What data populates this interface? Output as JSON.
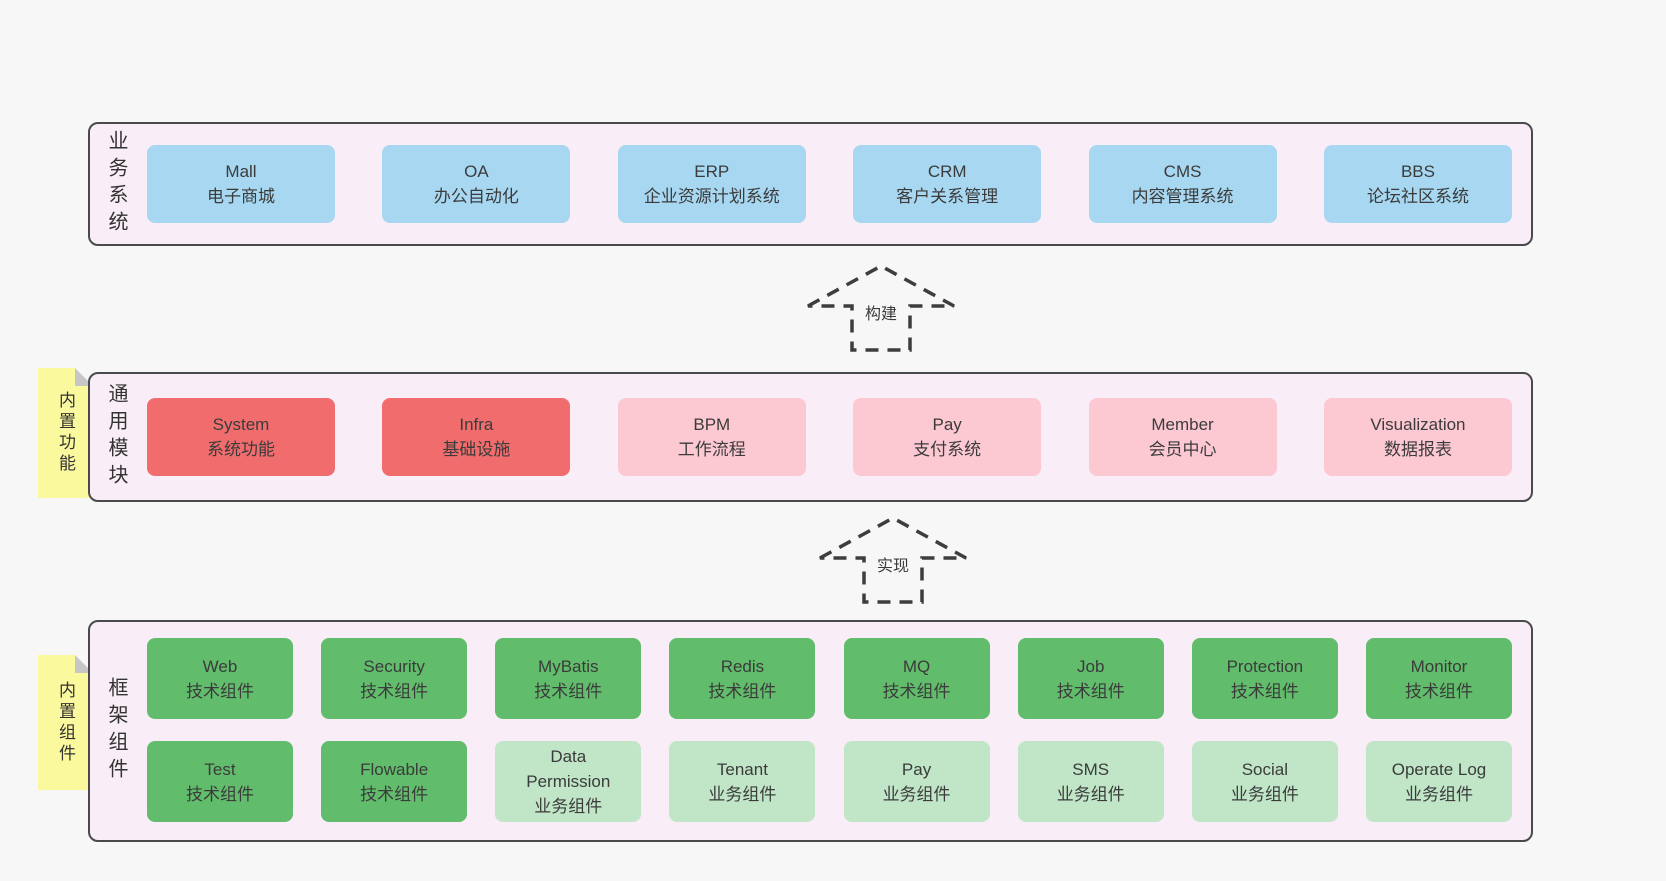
{
  "colors": {
    "page_bg": "#f7f7f7",
    "panel_bg": "#f9edf7",
    "panel_border": "#4a4a4a",
    "blue_box": "#a7d7f1",
    "red_box": "#f16c6c",
    "pink_box": "#fcc8d2",
    "green_dark_box": "#61bd6b",
    "green_light_box": "#c0e6c7",
    "note_yellow": "#fbf99e",
    "note_fold_gray": "#c6c6c6"
  },
  "arrows": {
    "build": "构建",
    "implement": "实现"
  },
  "business": {
    "label": "业务系统",
    "boxes": [
      {
        "title": "Mall",
        "subtitle": "电子商城",
        "variant": "blue"
      },
      {
        "title": "OA",
        "subtitle": "办公自动化",
        "variant": "blue"
      },
      {
        "title": "ERP",
        "subtitle": "企业资源计划系统",
        "variant": "blue"
      },
      {
        "title": "CRM",
        "subtitle": "客户关系管理",
        "variant": "blue"
      },
      {
        "title": "CMS",
        "subtitle": "内容管理系统",
        "variant": "blue"
      },
      {
        "title": "BBS",
        "subtitle": "论坛社区系统",
        "variant": "blue"
      }
    ]
  },
  "modules": {
    "label": "通用模块",
    "note": "内置功能",
    "boxes": [
      {
        "title": "System",
        "subtitle": "系统功能",
        "variant": "red"
      },
      {
        "title": "Infra",
        "subtitle": "基础设施",
        "variant": "red"
      },
      {
        "title": "BPM",
        "subtitle": "工作流程",
        "variant": "pink"
      },
      {
        "title": "Pay",
        "subtitle": "支付系统",
        "variant": "pink"
      },
      {
        "title": "Member",
        "subtitle": "会员中心",
        "variant": "pink"
      },
      {
        "title": "Visualization",
        "subtitle": "数据报表",
        "variant": "pink"
      }
    ]
  },
  "components": {
    "label": "框架组件",
    "note": "内置组件",
    "row1": [
      {
        "title": "Web",
        "subtitle": "技术组件",
        "variant": "green-dark"
      },
      {
        "title": "Security",
        "subtitle": "技术组件",
        "variant": "green-dark"
      },
      {
        "title": "MyBatis",
        "subtitle": "技术组件",
        "variant": "green-dark"
      },
      {
        "title": "Redis",
        "subtitle": "技术组件",
        "variant": "green-dark"
      },
      {
        "title": "MQ",
        "subtitle": "技术组件",
        "variant": "green-dark"
      },
      {
        "title": "Job",
        "subtitle": "技术组件",
        "variant": "green-dark"
      },
      {
        "title": "Protection",
        "subtitle": "技术组件",
        "variant": "green-dark"
      },
      {
        "title": "Monitor",
        "subtitle": "技术组件",
        "variant": "green-dark"
      }
    ],
    "row2": [
      {
        "title": "Test",
        "subtitle": "技术组件",
        "variant": "green-dark"
      },
      {
        "title": "Flowable",
        "subtitle": "技术组件",
        "variant": "green-dark"
      },
      {
        "title": "Data\nPermission",
        "subtitle": "业务组件",
        "variant": "green-light"
      },
      {
        "title": "Tenant",
        "subtitle": "业务组件",
        "variant": "green-light"
      },
      {
        "title": "Pay",
        "subtitle": "业务组件",
        "variant": "green-light"
      },
      {
        "title": "SMS",
        "subtitle": "业务组件",
        "variant": "green-light"
      },
      {
        "title": "Social",
        "subtitle": "业务组件",
        "variant": "green-light"
      },
      {
        "title": "Operate Log",
        "subtitle": "业务组件",
        "variant": "green-light"
      }
    ]
  }
}
